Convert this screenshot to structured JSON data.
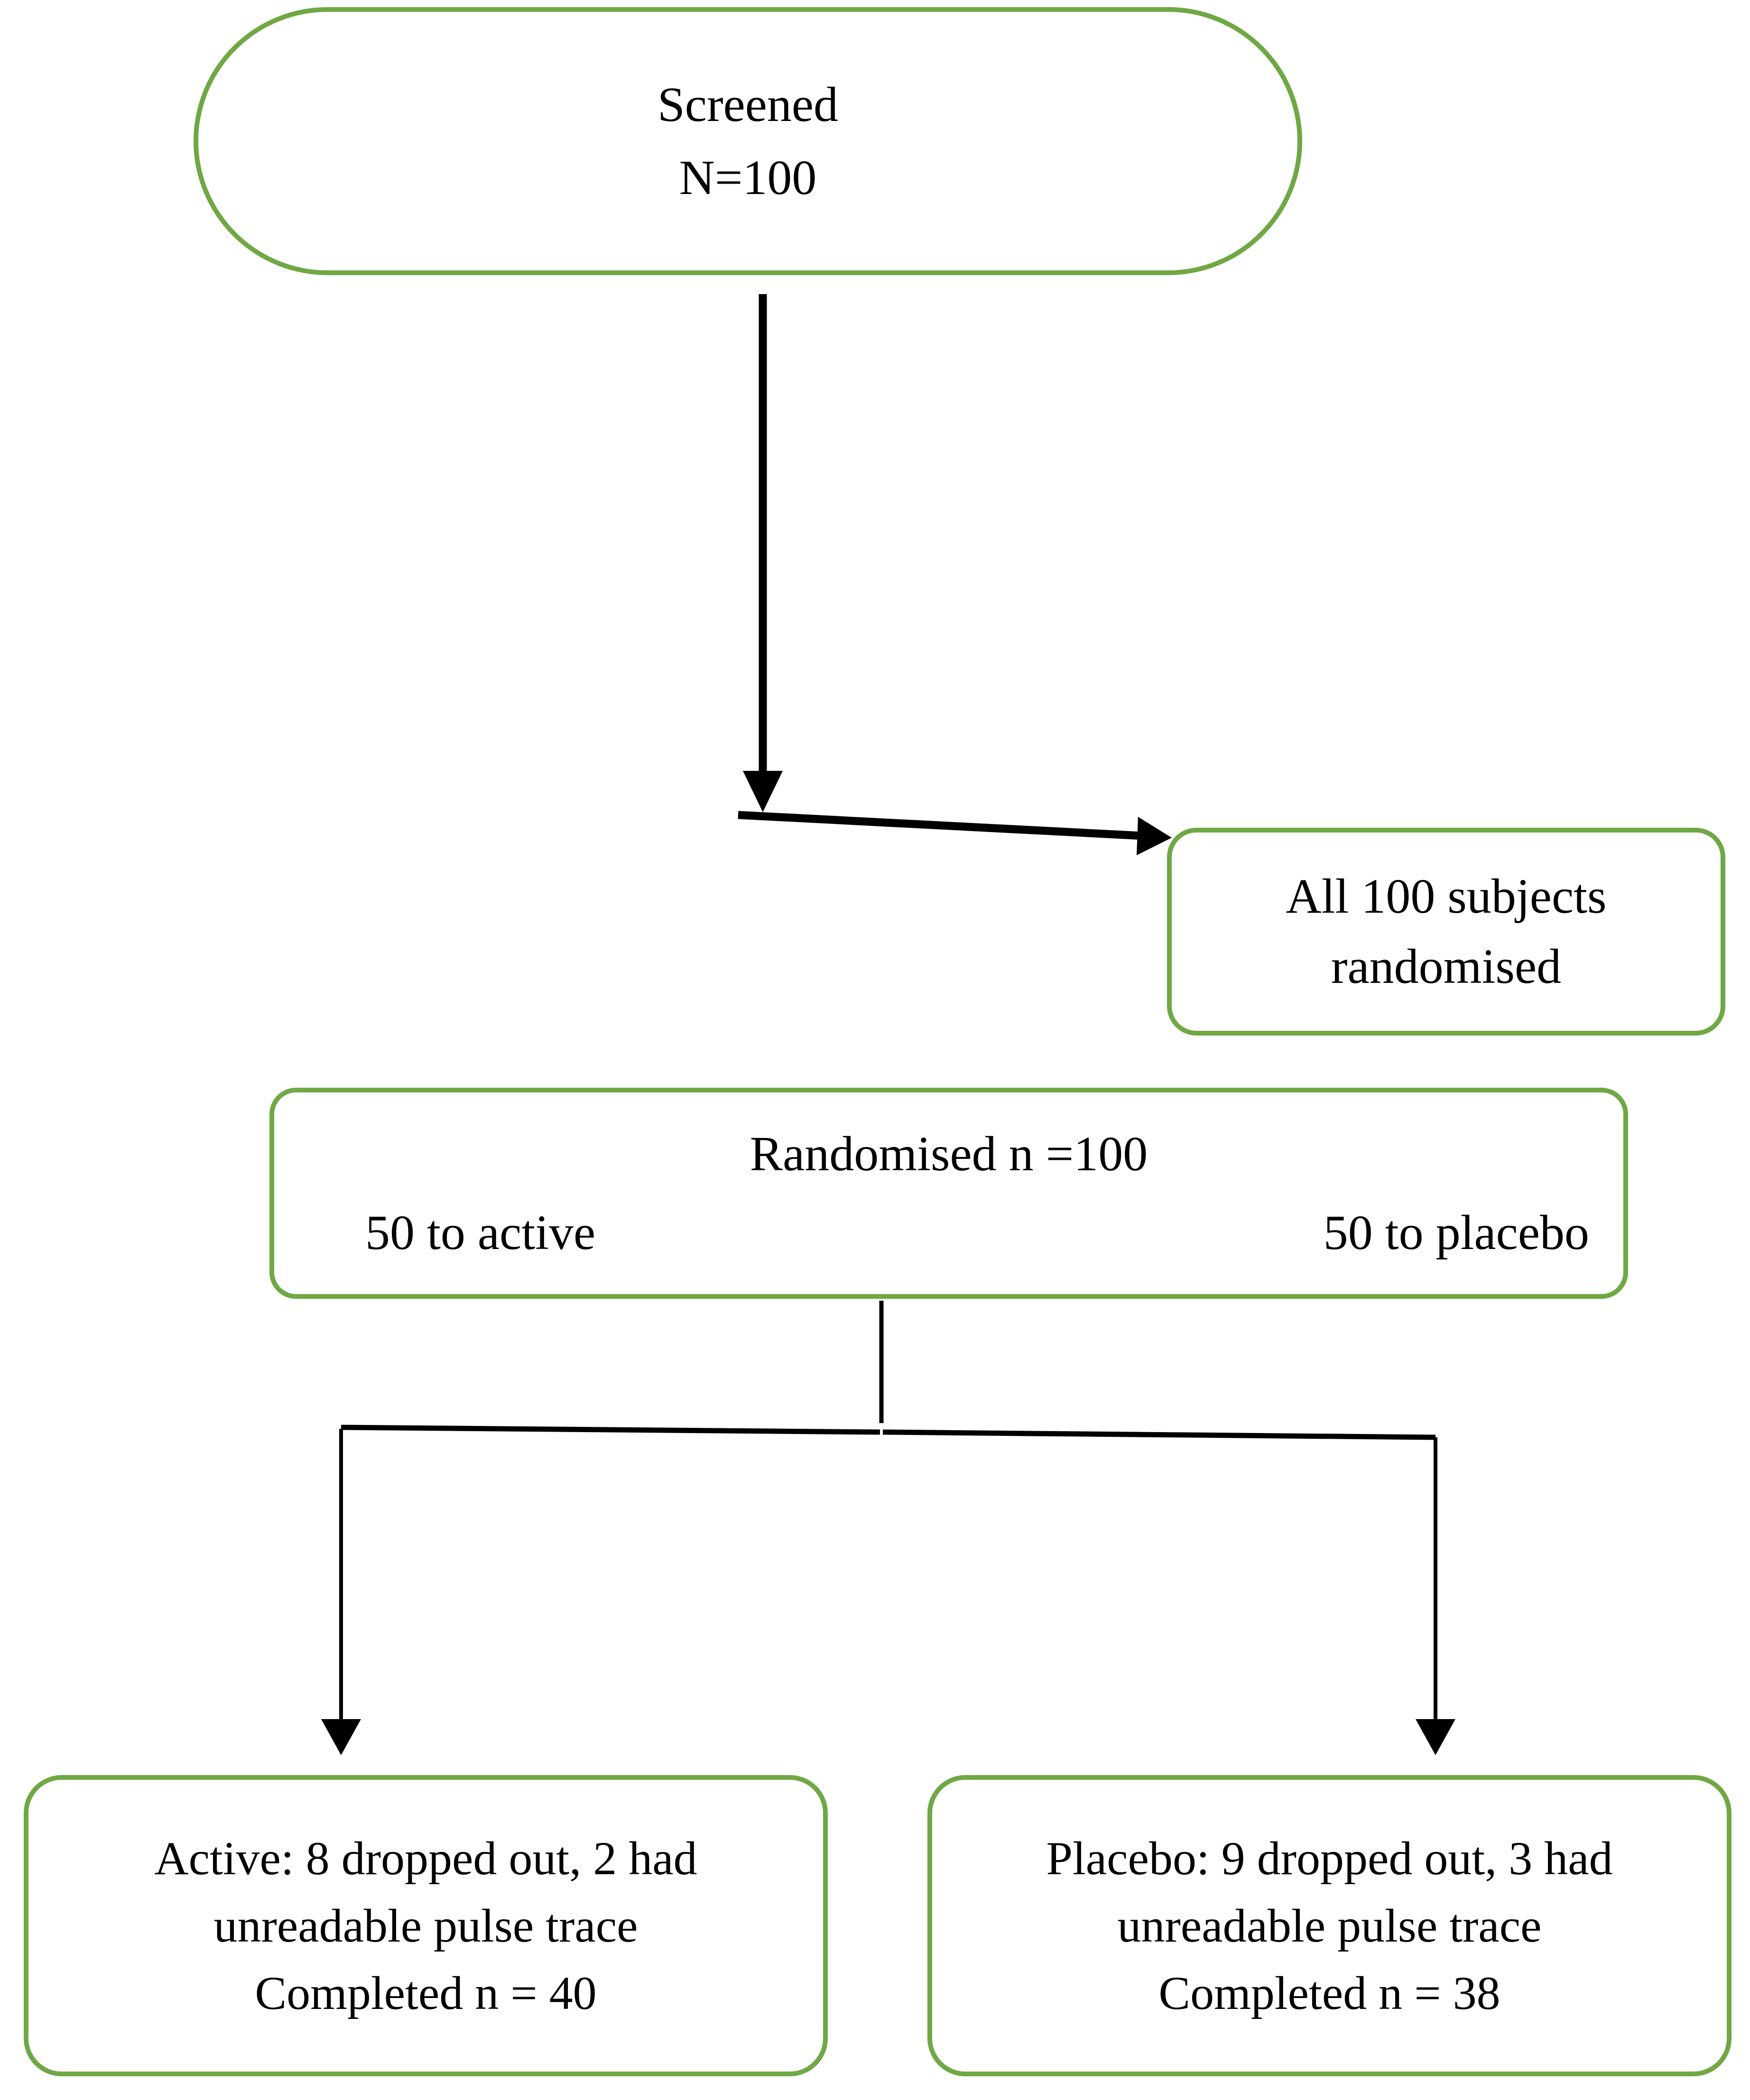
{
  "diagram": {
    "type": "consort-flow-diagram",
    "title": "",
    "colors": {
      "node_border": "#6FA844",
      "node_fill": "#FFFFFF",
      "connector": "#000000",
      "text": "#000000"
    },
    "nodes": [
      {
        "id": "screened",
        "shape": "stadium",
        "lines": [
          "Screened",
          "N=100"
        ]
      },
      {
        "id": "all-randomised",
        "shape": "rounded-rect",
        "lines": [
          "All 100 subjects",
          "randomised"
        ]
      },
      {
        "id": "randomised",
        "shape": "rounded-rect",
        "total_label": "Randomised n =100",
        "arm_left": "50 to active",
        "arm_right": "50 to placebo"
      },
      {
        "id": "active",
        "shape": "rounded-rect",
        "lines": [
          "Active: 8 dropped out, 2 had",
          "unreadable pulse trace",
          "Completed n = 40"
        ]
      },
      {
        "id": "placebo",
        "shape": "rounded-rect",
        "lines": [
          "Placebo: 9 dropped out, 3 had",
          "unreadable pulse trace",
          "Completed n = 38"
        ]
      }
    ],
    "connectors": [
      {
        "id": "screened-to-down",
        "from": "screened",
        "to": "junction",
        "style": "vertical-arrow"
      },
      {
        "id": "junction-to-all-randomised",
        "from": "junction",
        "to": "all-randomised",
        "style": "diagonal-arrow"
      },
      {
        "id": "randomised-split",
        "from": "randomised",
        "to": [
          "active",
          "placebo"
        ],
        "style": "split-bracket-arrows"
      }
    ],
    "counts": {
      "screened_n": 100,
      "randomised_n": 100,
      "active_allocated": 50,
      "placebo_allocated": 50,
      "active_dropped_out": 8,
      "active_unreadable_trace": 2,
      "active_completed": 40,
      "placebo_dropped_out": 9,
      "placebo_unreadable_trace": 3,
      "placebo_completed": 38
    }
  }
}
